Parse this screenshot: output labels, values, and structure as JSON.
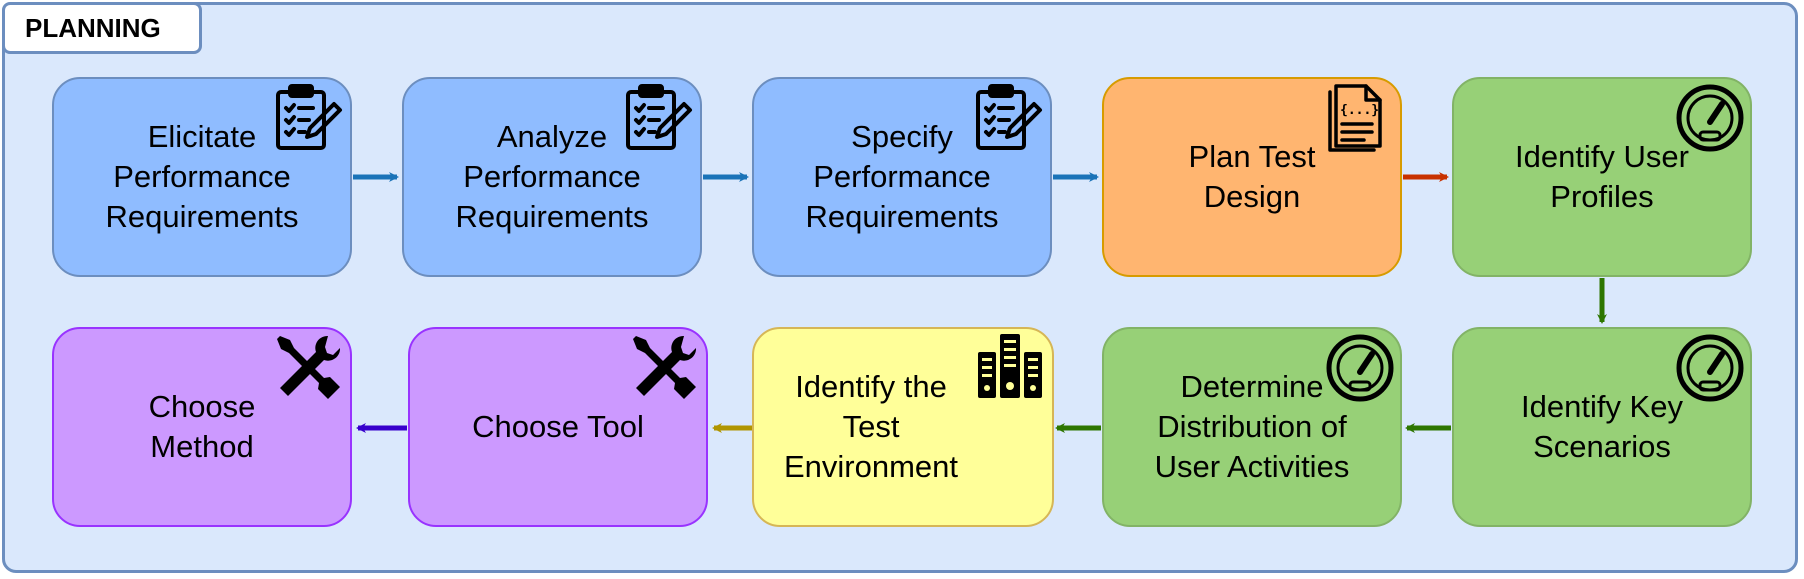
{
  "container": {
    "title": "PLANNING"
  },
  "nodes": [
    {
      "id": "elicitate",
      "label": "Elicitate\nPerformance\nRequirements",
      "icon": "clipboard-pen-icon",
      "color": "blue"
    },
    {
      "id": "analyze",
      "label": "Analyze\nPerformance\nRequirements",
      "icon": "clipboard-pen-icon",
      "color": "blue"
    },
    {
      "id": "specify",
      "label": "Specify\nPerformance\nRequirements",
      "icon": "clipboard-pen-icon",
      "color": "blue"
    },
    {
      "id": "plan-test-design",
      "label": "Plan Test\nDesign",
      "icon": "code-document-icon",
      "color": "orange"
    },
    {
      "id": "identify-user-profiles",
      "label": "Identify User\nProfiles",
      "icon": "speedometer-icon",
      "color": "green"
    },
    {
      "id": "identify-key-scenarios",
      "label": "Identify Key\nScenarios",
      "icon": "speedometer-icon",
      "color": "green"
    },
    {
      "id": "determine-distribution",
      "label": "Determine\nDistribution of\nUser Activities",
      "icon": "speedometer-icon",
      "color": "green"
    },
    {
      "id": "identify-test-environment",
      "label": "Identify the\nTest\nEnvironment",
      "icon": "server-rack-icon",
      "color": "yellow"
    },
    {
      "id": "choose-tool",
      "label": "Choose Tool",
      "icon": "tools-icon",
      "color": "purple"
    },
    {
      "id": "choose-method",
      "label": "Choose\nMethod",
      "icon": "tools-icon",
      "color": "purple"
    }
  ],
  "colors": {
    "blue_arrow": "#1a73b8",
    "red_arrow": "#c83200",
    "green_arrow": "#2d7600",
    "olive_arrow": "#b09500",
    "purple_arrow": "#3700cc"
  }
}
